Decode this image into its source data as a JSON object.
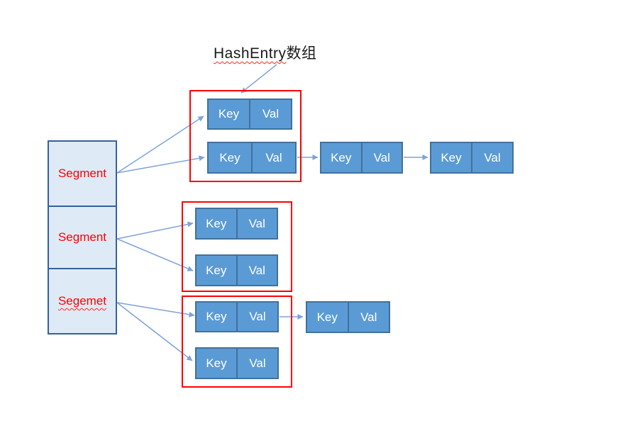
{
  "title": {
    "latin_part": "HashEntry",
    "cjk_part": "数组",
    "full_text": "HashEntry数组"
  },
  "segment_array": {
    "items": [
      {
        "label": "Segment",
        "misspelled": false
      },
      {
        "label": "Segment",
        "misspelled": false
      },
      {
        "label": "Segemet",
        "misspelled": true
      }
    ]
  },
  "hash_entries": {
    "buckets": [
      {
        "entries": [
          {
            "key": "Key",
            "val": "Val"
          },
          {
            "key": "Key",
            "val": "Val"
          }
        ]
      },
      {
        "entries": [
          {
            "key": "Key",
            "val": "Val"
          },
          {
            "key": "Key",
            "val": "Val"
          }
        ]
      },
      {
        "entries": [
          {
            "key": "Key",
            "val": "Val"
          },
          {
            "key": "Key",
            "val": "Val"
          }
        ]
      }
    ],
    "chain_row1": [
      {
        "key": "Key",
        "val": "Val"
      },
      {
        "key": "Key",
        "val": "Val"
      }
    ],
    "chain_row3": [
      {
        "key": "Key",
        "val": "Val"
      }
    ]
  },
  "colors": {
    "entry_fill": "#5b9bd5",
    "entry_border": "#41719c",
    "segment_fill": "#deeaf6",
    "segment_border": "#36629a",
    "bucket_frame": "#ff0000",
    "segment_label": "#ff0000",
    "arrow": "#7ca3d9",
    "title_text": "#1a1a1a",
    "background": "#ffffff"
  }
}
